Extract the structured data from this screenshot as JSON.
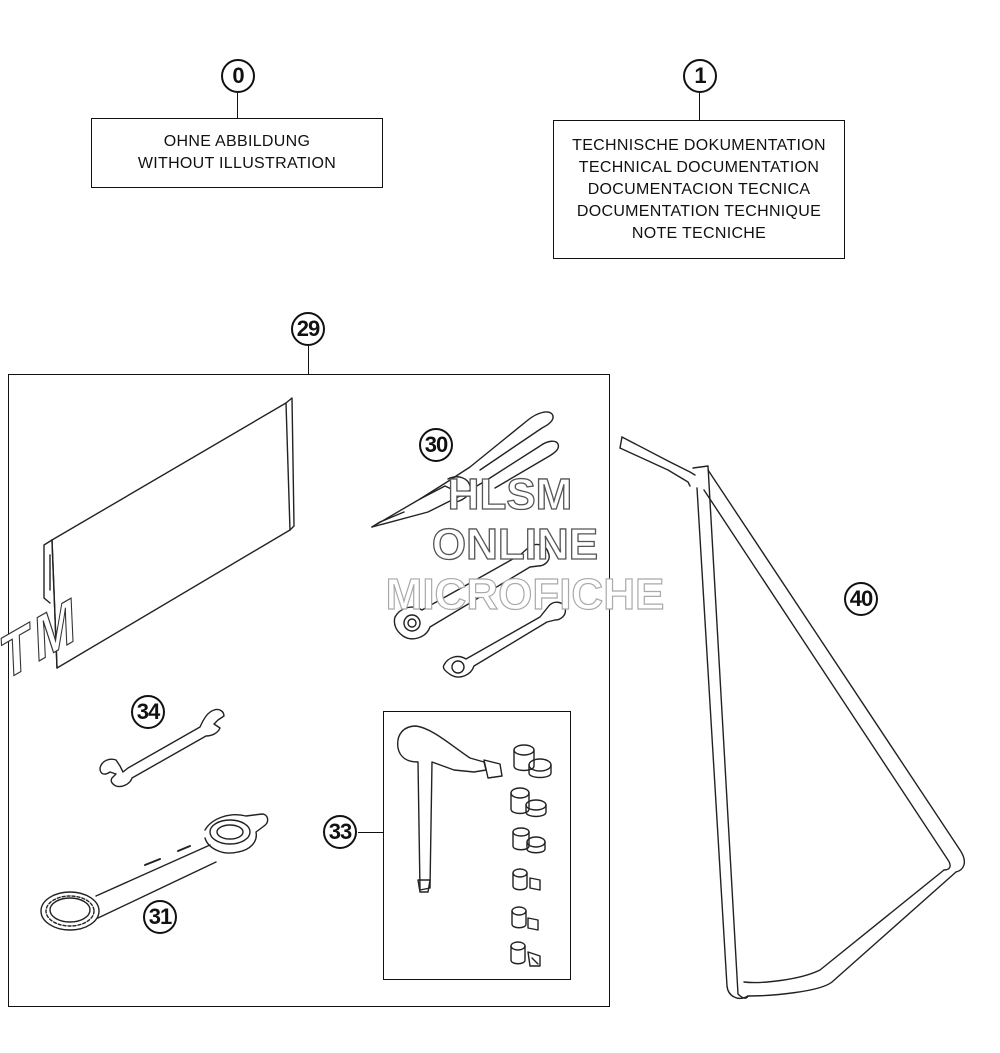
{
  "callouts": {
    "c0": "0",
    "c1": "1",
    "c29": "29",
    "c30": "30",
    "c31": "31",
    "c33": "33",
    "c34": "34",
    "c40": "40"
  },
  "notes": {
    "no_illustration": {
      "line1": "OHNE ABBILDUNG",
      "line2": "WITHOUT ILLUSTRATION"
    },
    "documentation": {
      "line1": "TECHNISCHE DOKUMENTATION",
      "line2": "TECHNICAL DOCUMENTATION",
      "line3": "DOCUMENTACION TECNICA",
      "line4": "DOCUMENTATION TECHNIQUE",
      "line5": "NOTE TECNICHE"
    }
  },
  "bag_logo": "KTM",
  "watermark": {
    "line1": "HLSM",
    "line2": "ONLINE",
    "line3": "MICROFICHE"
  }
}
